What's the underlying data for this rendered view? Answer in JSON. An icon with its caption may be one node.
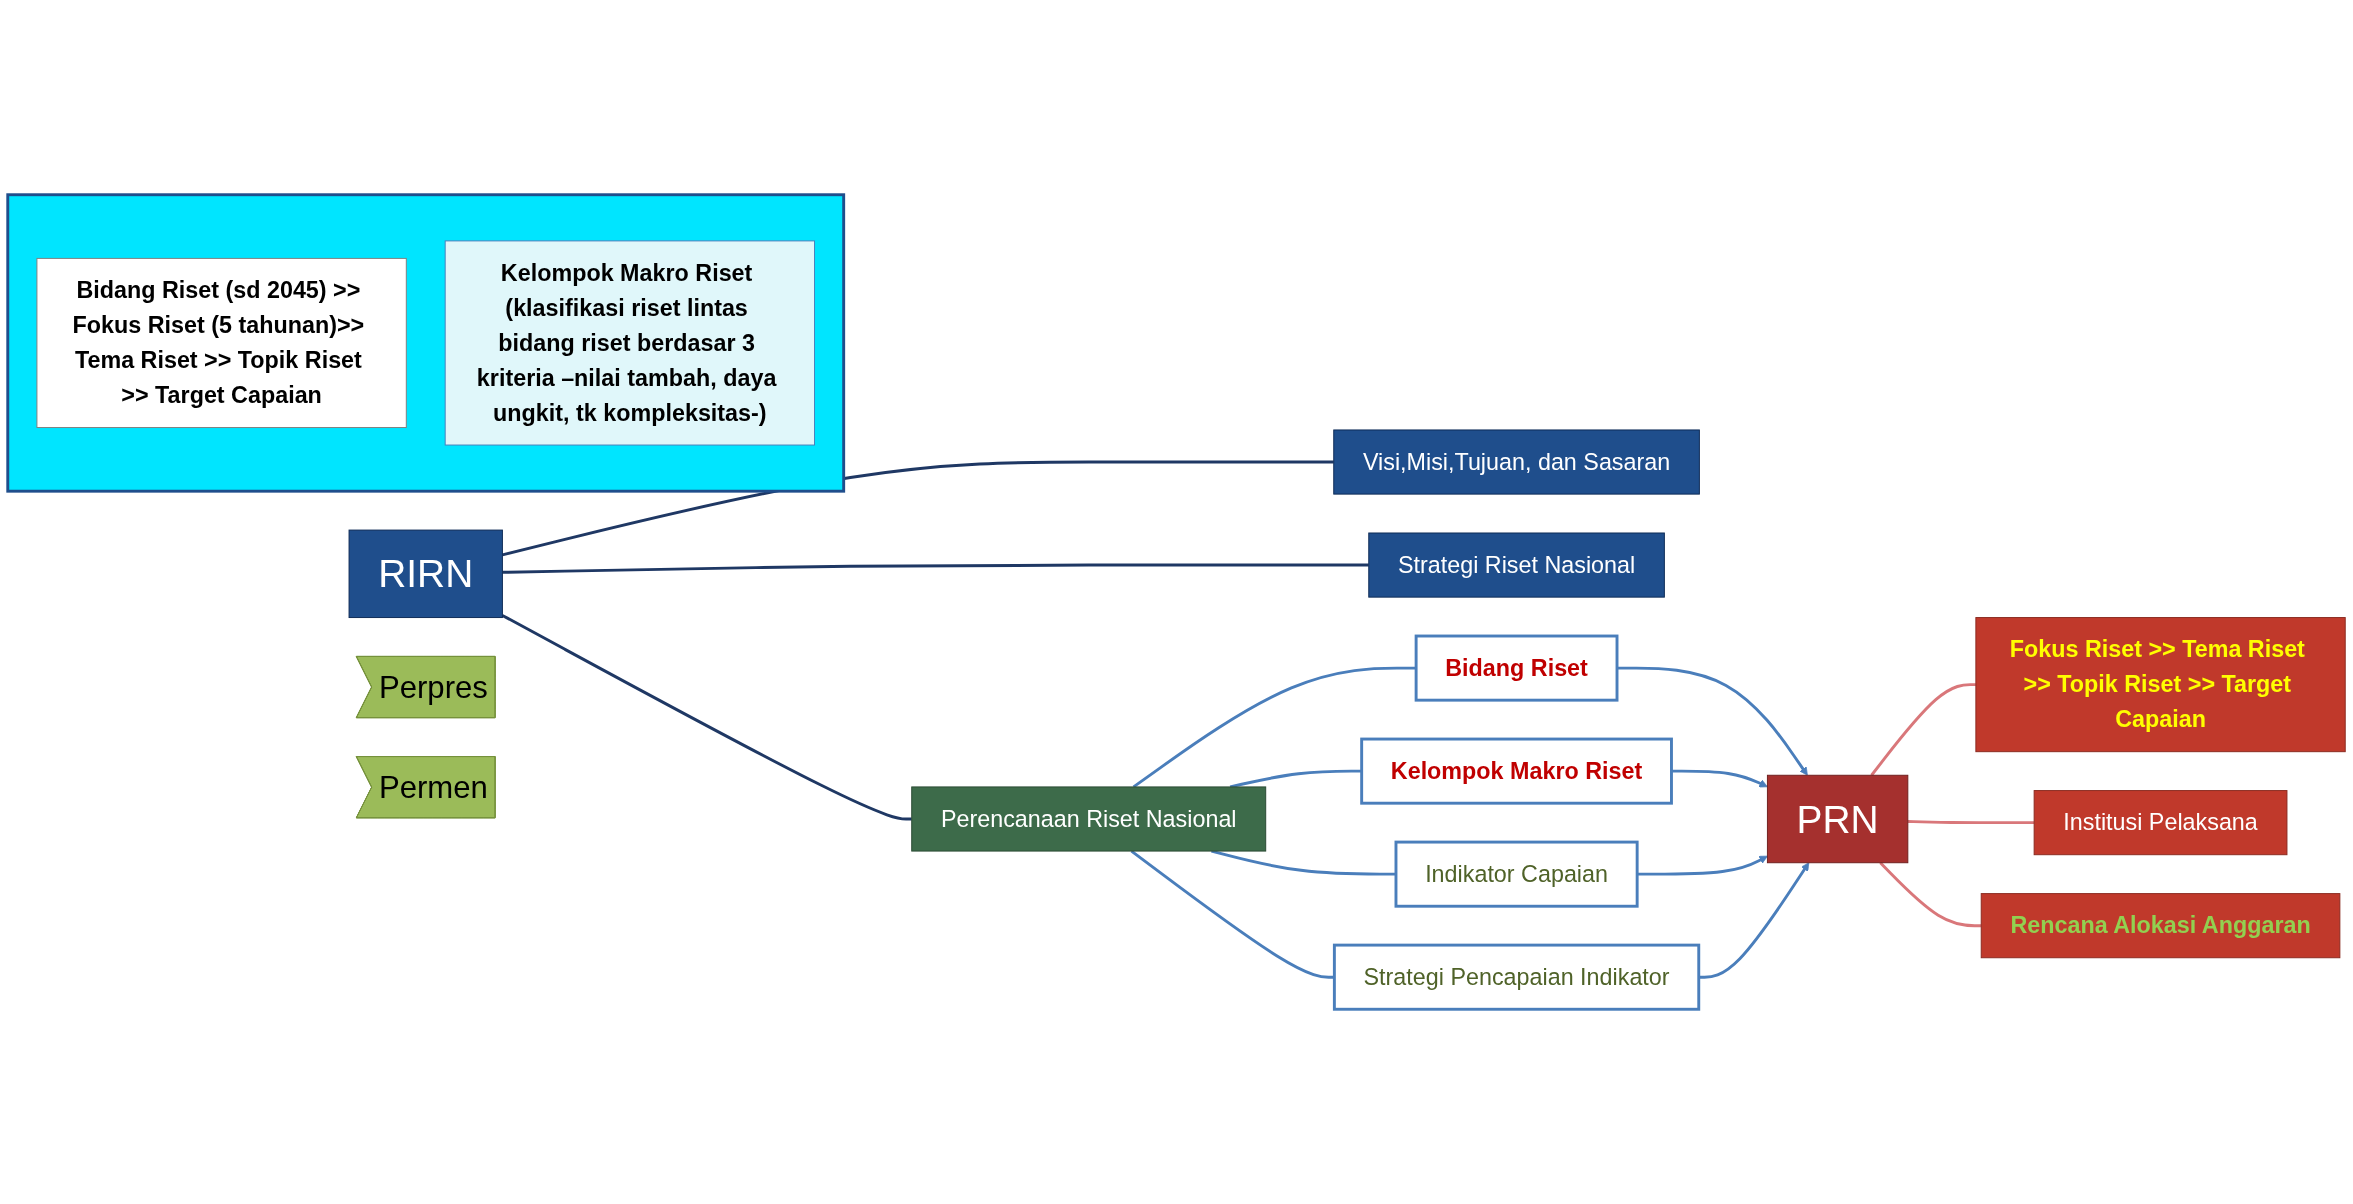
{
  "diagram": {
    "nodes": [
      {
        "text": [
          "RIRN"
        ]
      },
      {
        "text": [
          "Visi,Misi,Tujuan, dan Sasaran"
        ]
      },
      {
        "text": [
          "Strategi Riset Nasional"
        ]
      },
      {
        "text": [
          "Perencanaan Riset Nasional"
        ]
      },
      {
        "text": [
          "Bidang Riset"
        ]
      },
      {
        "text": [
          "Kelompok Makro Riset"
        ]
      },
      {
        "text": [
          "Indikator Capaian"
        ]
      },
      {
        "text": [
          "Strategi Pencapaian Indikator"
        ]
      },
      {
        "text": [
          "PRN"
        ]
      },
      {
        "text": [
          "Fokus Riset >> Tema Riset >> Topik Riset >> Target Capaian"
        ]
      },
      {
        "text": [
          "Institusi Pelaksana"
        ]
      },
      {
        "text": [
          "Rencana Alokasi Anggaran"
        ]
      },
      {
        "text": [
          "Perpres"
        ]
      },
      {
        "text": [
          "Permen"
        ]
      },
      {
        "text": [],
        "shape": "box"
      },
      {
        "text": [
          "Bidang Riset (sd 2045) >> Fokus Riset (5 tahunan)>> Tema Riset >> Topik Riset >> Target Capaian"
        ],
        "in": 14
      },
      {
        "text": [
          "Kelompok Makro Riset (klasifikasi riset lintas bidang riset berdasar 3 kriteria –nilai tambah, daya ungkit, tk kompleksitas-)"
        ],
        "in": 14
      }
    ],
    "edges": [
      {
        "from": 0,
        "to": 1,
        "arrow": "none",
        "color": "#1f3864"
      },
      {
        "from": 0,
        "to": 2,
        "arrow": "none",
        "color": "#1f3864"
      },
      {
        "from": 0,
        "to": 3,
        "arrow": "none",
        "color": "#1f3864"
      },
      {
        "from": 3,
        "to": 4,
        "arrow": "none"
      },
      {
        "from": 3,
        "to": 5,
        "arrow": "none"
      },
      {
        "from": 3,
        "to": 6,
        "arrow": "none"
      },
      {
        "from": 3,
        "to": 7,
        "arrow": "none"
      },
      {
        "from": 4,
        "to": 8,
        "arrow": "to"
      },
      {
        "from": 5,
        "to": 8,
        "arrow": "to"
      },
      {
        "from": 6,
        "to": 8,
        "arrow": "to"
      },
      {
        "from": 7,
        "to": 8,
        "arrow": "to"
      },
      {
        "from": 8,
        "to": 9,
        "arrow": "none",
        "color": "#d9777a"
      },
      {
        "from": 8,
        "to": 10,
        "arrow": "none",
        "color": "#d9777a"
      },
      {
        "from": 8,
        "to": 11,
        "arrow": "none",
        "color": "#d9777a"
      }
    ]
  }
}
